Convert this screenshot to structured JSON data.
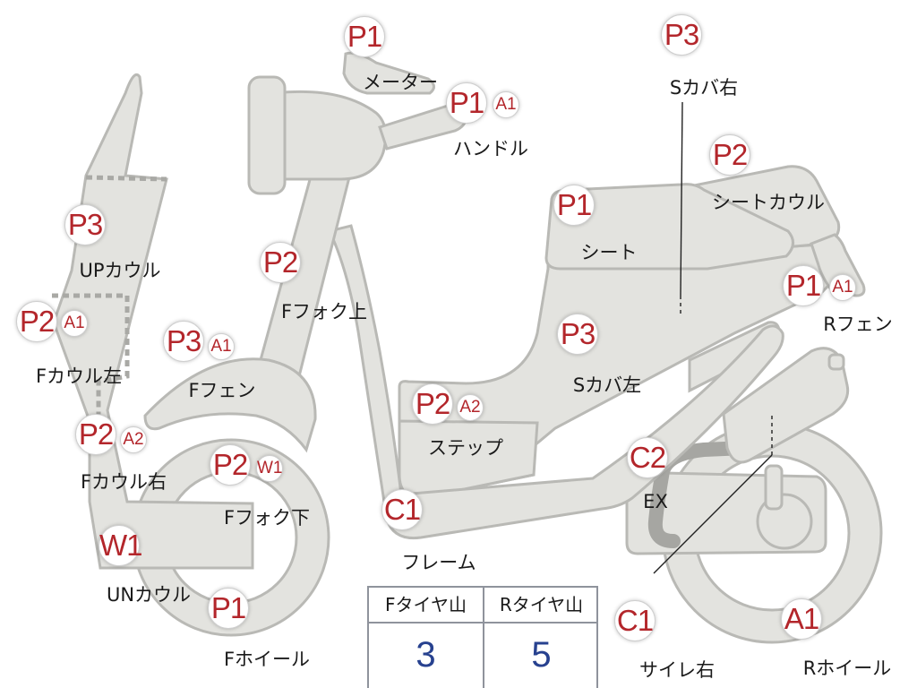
{
  "parts": {
    "meter": {
      "grade": "P1",
      "label": "メーター"
    },
    "handle": {
      "grade": "P1",
      "sub": "A1",
      "label": "ハンドル"
    },
    "s_cover_right": {
      "grade": "P3",
      "label": "Sカバ右"
    },
    "seat_cowl": {
      "grade": "P2",
      "label": "シートカウル"
    },
    "seat": {
      "grade": "P1",
      "label": "シート"
    },
    "up_cowl": {
      "grade": "P3",
      "label": "UPカウル"
    },
    "f_fork_upper": {
      "grade": "P2",
      "label": "Fフォク上"
    },
    "r_fender": {
      "grade": "P1",
      "sub": "A1",
      "label": "Rフェン"
    },
    "f_cowl_left": {
      "grade": "P2",
      "sub": "A1",
      "label": "Fカウル左"
    },
    "f_fender": {
      "grade": "P3",
      "sub": "A1",
      "label": "Fフェン"
    },
    "s_cover_left": {
      "grade": "P3",
      "label": "Sカバ左"
    },
    "step": {
      "grade": "P2",
      "sub": "A2",
      "label": "ステップ"
    },
    "f_cowl_right": {
      "grade": "P2",
      "sub": "A2",
      "label": "Fカウル右"
    },
    "f_fork_lower": {
      "grade": "P2",
      "sub": "W1",
      "label": "Fフォク下"
    },
    "exhaust": {
      "grade": "C2",
      "label": "EX"
    },
    "frame": {
      "grade": "C1",
      "label": "フレーム"
    },
    "un_cowl": {
      "grade": "W1",
      "label": "UNカウル"
    },
    "f_wheel": {
      "grade": "P1",
      "label": "Fホイール"
    },
    "silencer_right": {
      "grade": "C1",
      "label": "サイレ右"
    },
    "r_wheel": {
      "grade": "A1",
      "label": "Rホイール"
    }
  },
  "tire_table": {
    "headers": [
      "Fタイヤ山",
      "Rタイヤ山"
    ],
    "values": [
      "3",
      "5"
    ]
  }
}
